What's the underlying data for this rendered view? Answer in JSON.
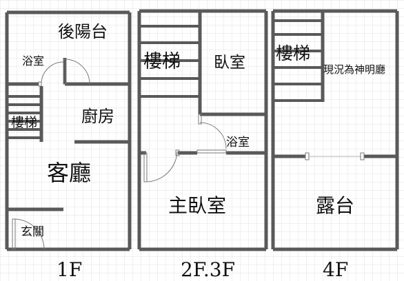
{
  "colors": {
    "background": "#ffffff",
    "grid": "#e2e2e2",
    "wall": "#595959",
    "door": "#777777",
    "text": "#111111"
  },
  "floor_1f": {
    "label": "1F",
    "rooms": {
      "back_balcony": "後陽台",
      "bathroom": "浴室",
      "kitchen": "廚房",
      "stairs": "樓梯",
      "living_room": "客廳",
      "entrance": "玄關"
    }
  },
  "floor_2f3f": {
    "label": "2F.3F",
    "rooms": {
      "stairs": "樓梯",
      "bedroom": "臥室",
      "bathroom": "浴室",
      "master_bedroom": "主臥室"
    }
  },
  "floor_4f": {
    "label": "4F",
    "rooms": {
      "stairs": "樓梯",
      "shrine_note": "現況為神明廳",
      "terrace": "露台"
    }
  }
}
